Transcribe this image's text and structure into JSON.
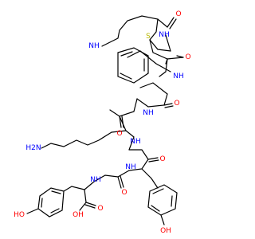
{
  "colors": {
    "bond": "#000000",
    "oxygen": "#FF0000",
    "nitrogen": "#0000FF",
    "sulfur": "#B8B800",
    "background": "#FFFFFF"
  },
  "atom_labels": {
    "o1": "O",
    "nh1": "NH",
    "s1": "S",
    "nh2": "NH",
    "o2": "O",
    "o3": "O",
    "nh3": "NH",
    "o4": "O",
    "o5": "O",
    "nh4": "NH",
    "nh2_amine": "H2N",
    "nh5": "NH",
    "o6": "O",
    "nh6": "NH",
    "o7": "O",
    "o8": "O",
    "oh1": "OH",
    "oh2": "HO",
    "oh3": "OH"
  }
}
